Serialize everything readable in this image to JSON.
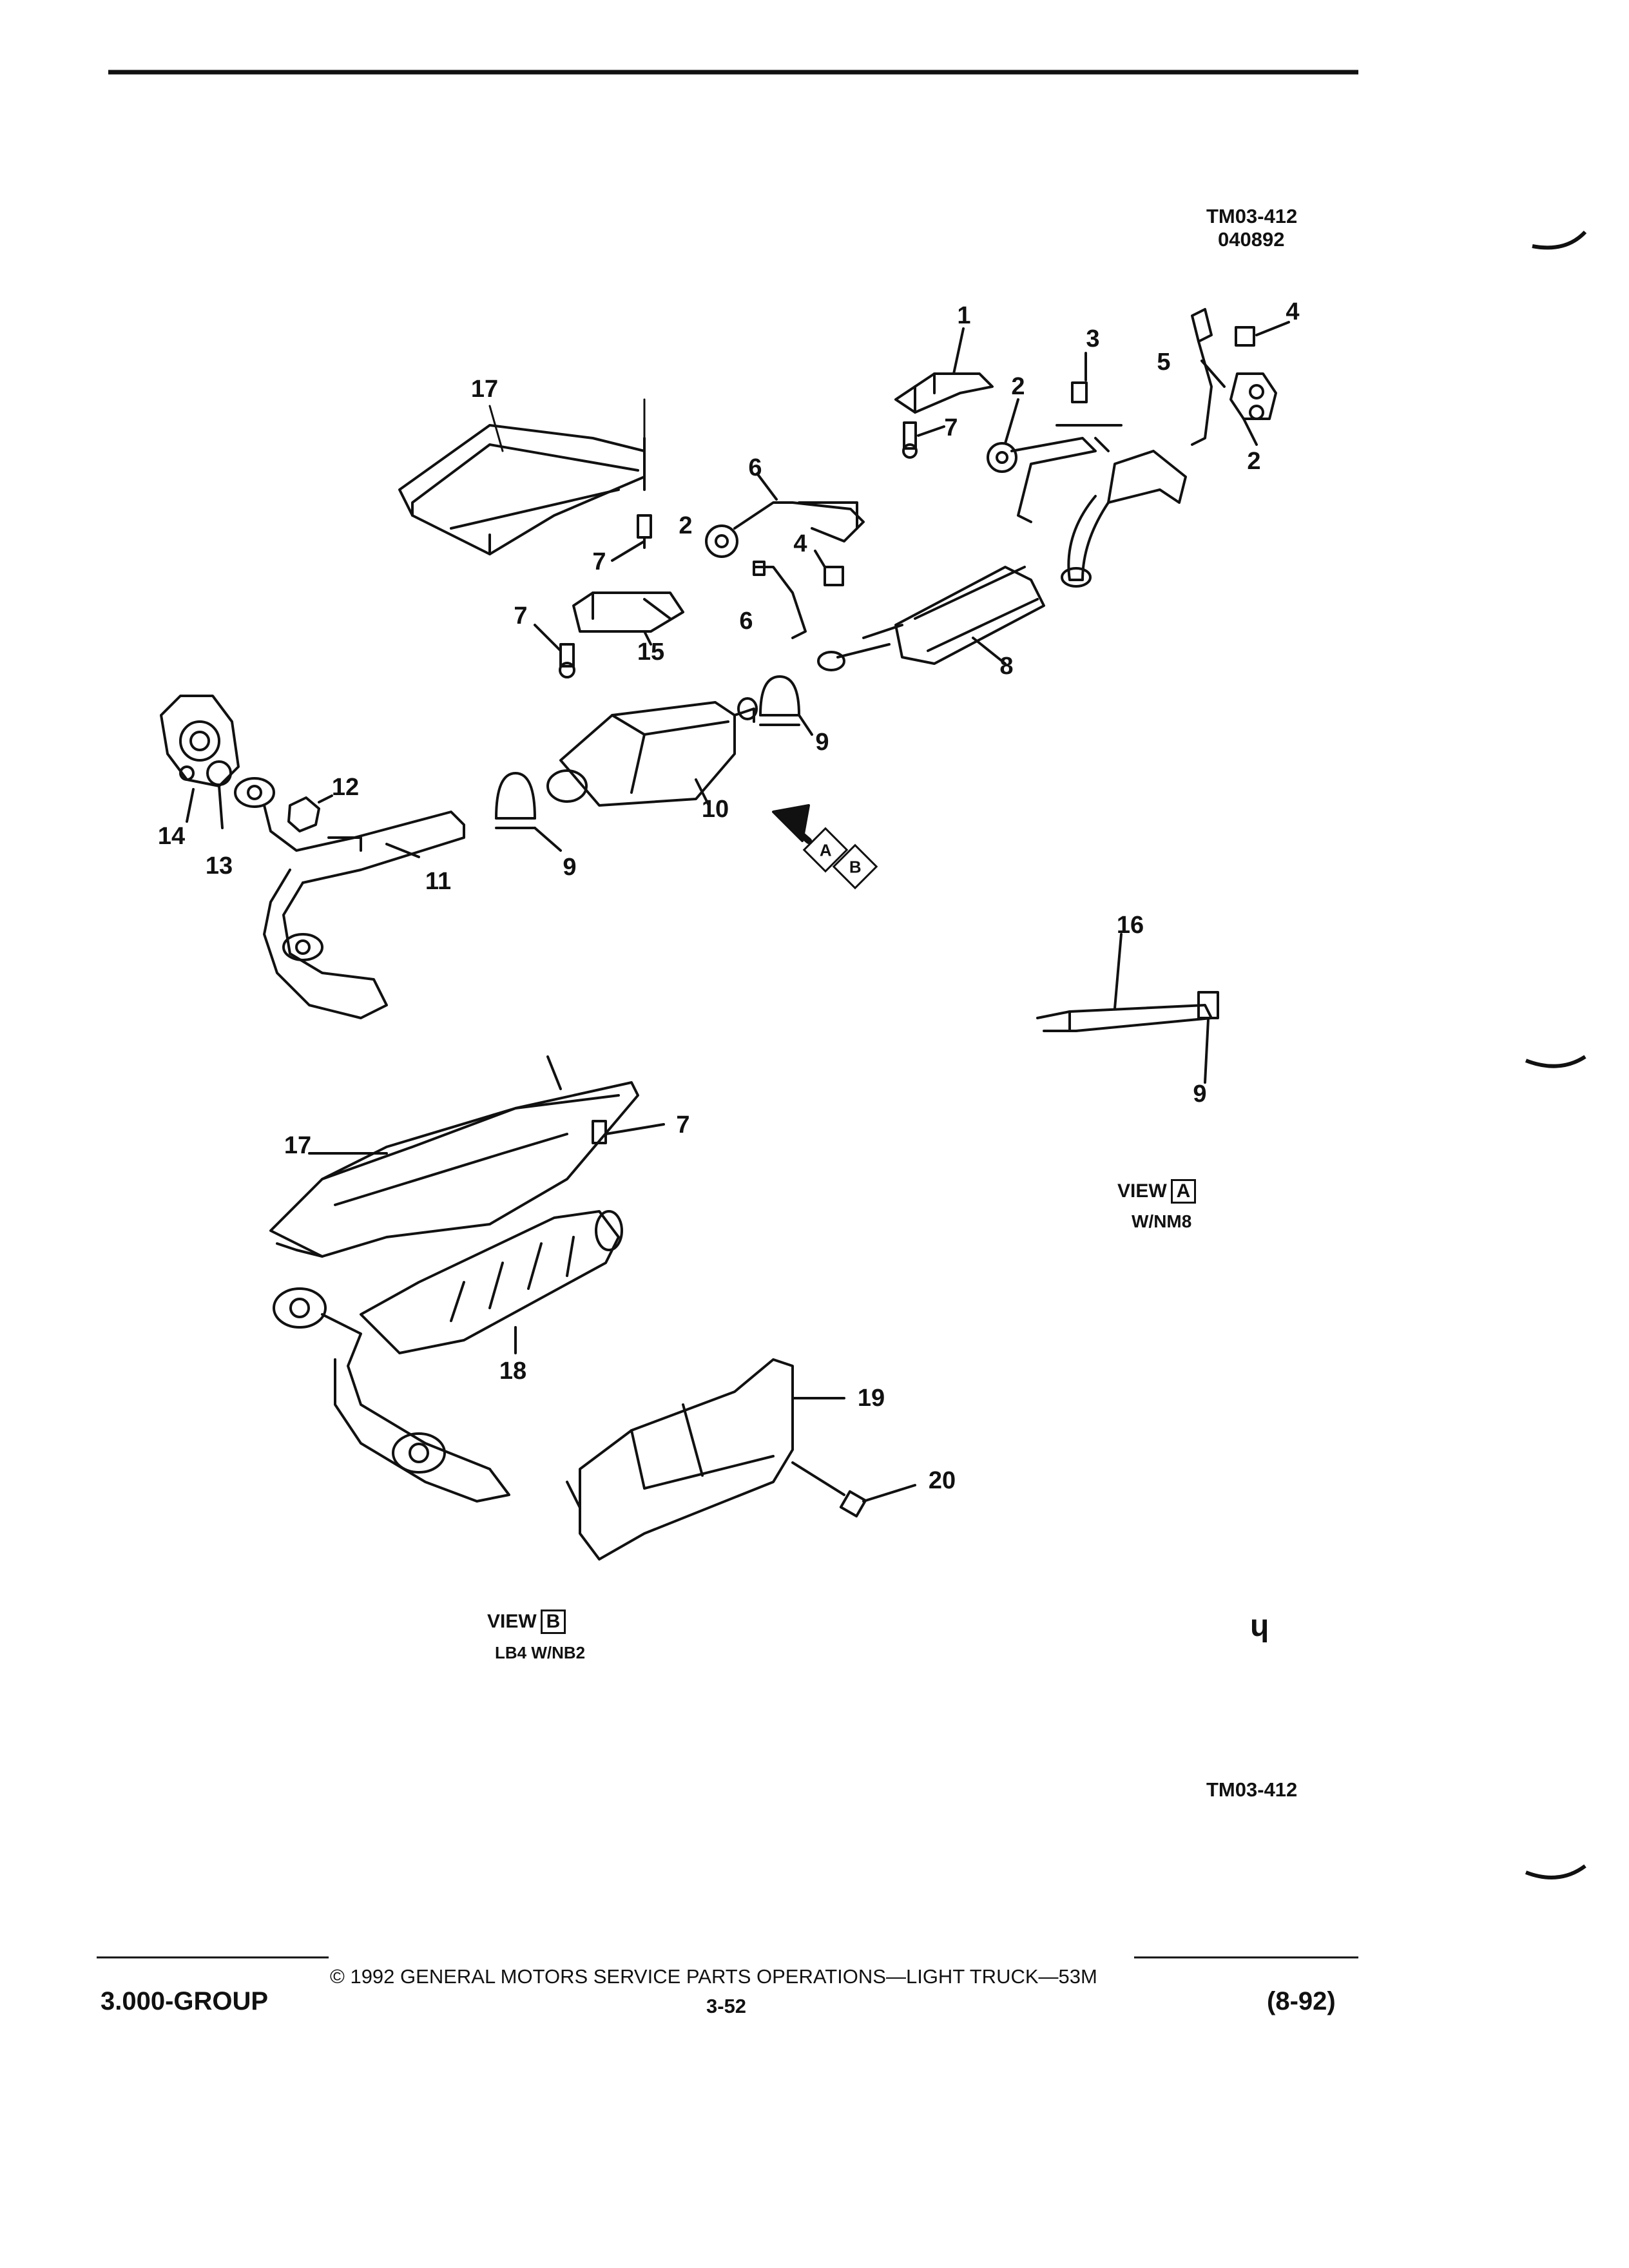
{
  "header": {
    "drawing_code": "TM03-412",
    "date_code": "040892"
  },
  "callouts": [
    "1",
    "2",
    "3",
    "4",
    "5",
    "2",
    "6",
    "2",
    "4",
    "7",
    "7",
    "7",
    "6",
    "8",
    "15",
    "9",
    "10",
    "12",
    "14",
    "13",
    "11",
    "9",
    "16",
    "9",
    "17",
    "7",
    "18",
    "19",
    "20",
    "17"
  ],
  "arrow_tags": {
    "a": "A",
    "b": "B"
  },
  "view_a": {
    "label": "VIEW",
    "box": "A",
    "note": "W/NM8"
  },
  "view_b": {
    "label": "VIEW",
    "box": "B",
    "note": "LB4  W/NB2"
  },
  "bottom_code": "TM03-412",
  "corner_mark": "ɥ",
  "footer": {
    "group": "3.000-GROUP",
    "copyright": "©  1992  GENERAL MOTORS SERVICE PARTS OPERATIONS—LIGHT TRUCK—53M",
    "page": "3-52",
    "date": "(8-92)"
  }
}
